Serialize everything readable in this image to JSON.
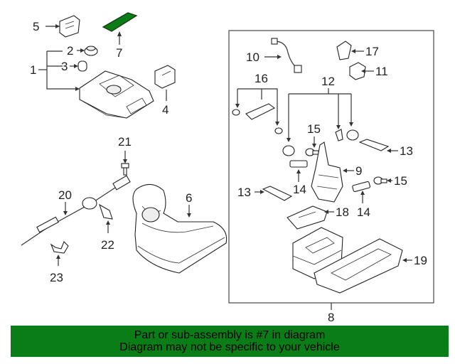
{
  "labels": {
    "l1": "1",
    "l2": "2",
    "l3": "3",
    "l4": "4",
    "l5": "5",
    "l6": "6",
    "l7": "7",
    "l8": "8",
    "l9": "9",
    "l10": "10",
    "l11": "11",
    "l12": "12",
    "l13a": "13",
    "l13b": "13",
    "l14a": "14",
    "l14b": "14",
    "l15a": "15",
    "l15b": "15",
    "l16": "16",
    "l17": "17",
    "l18": "18",
    "l19": "19",
    "l20": "20",
    "l21": "21",
    "l22": "22",
    "l23": "23"
  },
  "banner": {
    "line1": "Part or sub-assembly is #7 in diagram",
    "line2": "Diagram may not be specific to your vehicle"
  },
  "colors": {
    "highlight": "#0b7d16",
    "banner_bg": "#0b7d16"
  }
}
